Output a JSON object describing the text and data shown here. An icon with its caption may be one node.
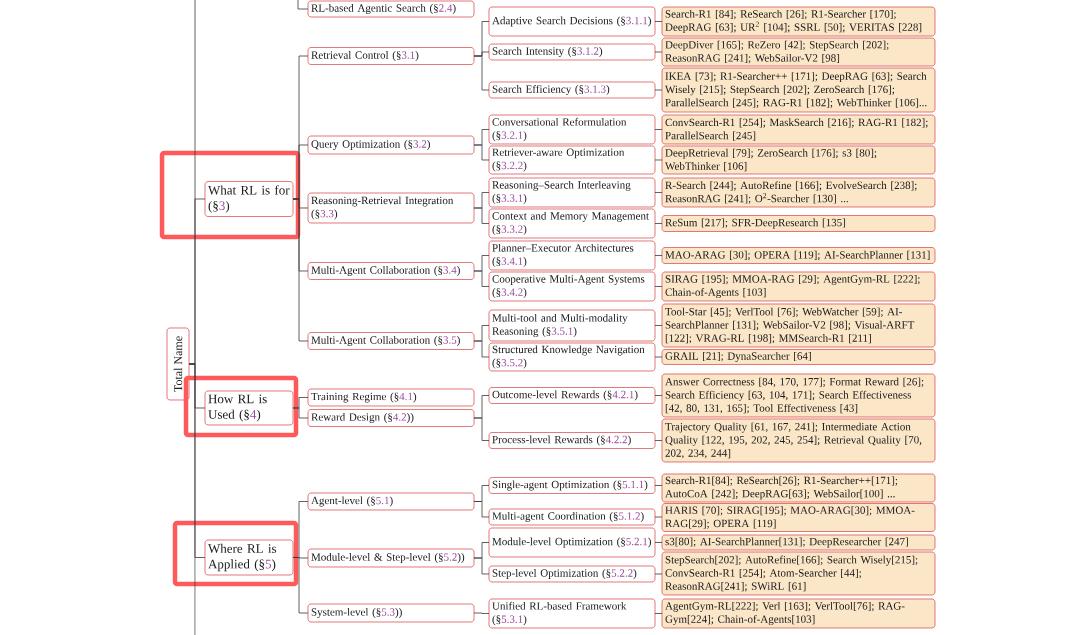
{
  "diagram": {
    "nodes": [
      {
        "text": [
          "Total Name"
        ]
      },
      {
        "text": [
          "RL-based Agentic Search (§2.4)"
        ]
      },
      {
        "text": [],
        "shape": "box"
      },
      {
        "text": [
          "What RL is for (§3)"
        ],
        "in": 2
      },
      {
        "text": [
          "Retrieval Control (§3.1)"
        ]
      },
      {
        "text": [
          "Adaptive Search Decisions (§3.1.1)"
        ]
      },
      {
        "text": [
          "Search-R1 [84]; ReSearch [26]; R1-Searcher [170]; DeepRAG [63]; UR$^{2}$ [104]; SSRL [50]; VERITAS [228]"
        ]
      },
      {
        "text": [
          "Search Intensity (§3.1.2)"
        ]
      },
      {
        "text": [
          "DeepDiver [165]; ReZero [42]; StepSearch [202]; ReasonRAG [241]; WebSailor-V2 [98]"
        ]
      },
      {
        "text": [
          "Search Efficiency (§3.1.3)"
        ]
      },
      {
        "text": [
          "IKEA [73]; R1-Searcher++ [171]; DeepRAG [63]; Search Wisely [215]; StepSearch [202]; ZeroSearch [176]; ParallelSearch [245]; RAG-R1 [182]; WebThinker [106]..."
        ]
      },
      {
        "text": [
          "Query Optimization (§3.2)"
        ]
      },
      {
        "text": [
          "Conversational Reformulation (§3.2.1)"
        ]
      },
      {
        "text": [
          "ConvSearch-R1 [254]; MaskSearch [216]; RAG-R1 [182]; ParallelSearch [245]"
        ]
      },
      {
        "text": [
          "Retriever-aware Optimization (§3.2.2)"
        ]
      },
      {
        "text": [
          "DeepRetrieval [79]; ZeroSearch [176]; s3 [80]; WebThinker [106]"
        ]
      },
      {
        "text": [
          "Reasoning-Retrieval Integration (§3.3)"
        ]
      },
      {
        "text": [
          "Reasoning–Search Interleaving (§3.3.1)"
        ]
      },
      {
        "text": [
          "R-Search [244]; AutoRefine [166]; EvolveSearch [238]; ReasonRAG [241]; O$^{2}$-Searcher [130] ..."
        ]
      },
      {
        "text": [
          "Context and Memory Management (§3.3.2)"
        ]
      },
      {
        "text": [
          "ReSum [217]; SFR-DeepResearch [135]"
        ]
      },
      {
        "text": [
          "Multi-Agent Collaboration (§3.4)"
        ]
      },
      {
        "text": [
          "Planner–Executor Architectures (§3.4.1)"
        ]
      },
      {
        "text": [
          "MAO-ARAG [30]; OPERA [119]; AI-SearchPlanner [131]"
        ]
      },
      {
        "text": [
          "Cooperative Multi-Agent Systems (§3.4.2)"
        ]
      },
      {
        "text": [
          "SIRAG [195]; MMOA-RAG [29]; AgentGym-RL [222]; Chain-of-Agents [103]"
        ]
      },
      {
        "text": [
          "Multi-Agent Collaboration (§3.5)"
        ]
      },
      {
        "text": [
          "Multi-tool and Multi-modality Reasoning (§3.5.1)"
        ]
      },
      {
        "text": [
          "Tool-Star [45]; VerlTool [76]; WebWatcher [59]; AI-SearchPlanner [131]; WebSailor-V2 [98]; Visual-ARFT [122]; VRAG-RL [198]; MMSearch-R1 [211]"
        ]
      },
      {
        "text": [
          "Structured Knowledge Navigation (§3.5.2)"
        ]
      },
      {
        "text": [
          "GRAIL [21]; DynaSearcher [64]"
        ]
      },
      {
        "text": [],
        "shape": "box"
      },
      {
        "text": [
          "How RL is Used (§4)"
        ],
        "in": 31
      },
      {
        "text": [
          "Training Regime (§4.1)"
        ]
      },
      {
        "text": [
          "Reward Design (§4.2))"
        ]
      },
      {
        "text": [
          "Outcome-level Rewards (§4.2.1)"
        ]
      },
      {
        "text": [
          "Answer Correctness [84, 170, 177]; Format Reward [26]; Search Efficiency [63, 104, 171]; Search Effectiveness [42, 80, 131, 165]; Tool Effectiveness [43]"
        ]
      },
      {
        "text": [
          "Process-level Rewards (§4.2.2)"
        ]
      },
      {
        "text": [
          "Trajectory Quality [61, 167, 241]; Intermediate Action Quality [122, 195, 202, 245, 254]; Retrieval Quality [70, 202, 234, 244]"
        ]
      },
      {
        "text": [],
        "shape": "box"
      },
      {
        "text": [
          "Where RL is Applied (§5)"
        ],
        "in": 39
      },
      {
        "text": [
          "Agent-level (§5.1)"
        ]
      },
      {
        "text": [
          "Single-agent Optimization (§5.1.1)"
        ]
      },
      {
        "text": [
          "Search-R1[84]; ReSearch[26]; R1-Searcher++[171]; AutoCoA [242]; DeepRAG[63]; WebSailor[100] ..."
        ]
      },
      {
        "text": [
          "Multi-agent Coordination (§5.1.2)"
        ]
      },
      {
        "text": [
          "HARIS [70]; SIRAG[195]; MAO-ARAG[30]; MMOA-RAG[29]; OPERA [119]"
        ]
      },
      {
        "text": [
          "Module-level & Step-level (§5.2))"
        ]
      },
      {
        "text": [
          "Module-level Optimization (§5.2.1)"
        ]
      },
      {
        "text": [
          "s3[80]; AI-SearchPlanner[131]; DeepResearcher [247]"
        ]
      },
      {
        "text": [
          "Step-level Optimization (§5.2.2)"
        ]
      },
      {
        "text": [
          "StepSearch[202]; AutoRefine[166]; Search Wisely[215]; ConvSearch-R1 [254]; Atom-Searcher [44]; ReasonRAG[241]; SWiRL [61]"
        ]
      },
      {
        "text": [
          "System-level (§5.3))"
        ]
      },
      {
        "text": [
          "Unified RL-based Framework (§5.3.1)"
        ]
      },
      {
        "text": [
          "AgentGym-RL[222]; Verl [163]; VerlTool[76]; RAG-Gym[224]; Chain-of-Agents[103]"
        ]
      }
    ],
    "edges": [
      {
        "from": 0,
        "to": null,
        "arrow": "none"
      },
      {
        "from": null,
        "to": 1,
        "arrow": "none"
      },
      {
        "from": 0,
        "to": 3,
        "arrow": "none"
      },
      {
        "from": 3,
        "to": 4,
        "arrow": "none"
      },
      {
        "from": 4,
        "to": 5,
        "arrow": "none"
      },
      {
        "from": 5,
        "to": 6,
        "arrow": "none"
      },
      {
        "from": 4,
        "to": 7,
        "arrow": "none"
      },
      {
        "from": 7,
        "to": 8,
        "arrow": "none"
      },
      {
        "from": 4,
        "to": 9,
        "arrow": "none"
      },
      {
        "from": 9,
        "to": 10,
        "arrow": "none"
      },
      {
        "from": 3,
        "to": 11,
        "arrow": "none"
      },
      {
        "from": 11,
        "to": 12,
        "arrow": "none"
      },
      {
        "from": 12,
        "to": 13,
        "arrow": "none"
      },
      {
        "from": 11,
        "to": 14,
        "arrow": "none"
      },
      {
        "from": 14,
        "to": 15,
        "arrow": "none"
      },
      {
        "from": 3,
        "to": 16,
        "arrow": "none"
      },
      {
        "from": 16,
        "to": 17,
        "arrow": "none"
      },
      {
        "from": 17,
        "to": 18,
        "arrow": "none"
      },
      {
        "from": 16,
        "to": 19,
        "arrow": "none"
      },
      {
        "from": 19,
        "to": 20,
        "arrow": "none"
      },
      {
        "from": 3,
        "to": 21,
        "arrow": "none"
      },
      {
        "from": 21,
        "to": 22,
        "arrow": "none"
      },
      {
        "from": 22,
        "to": 23,
        "arrow": "none"
      },
      {
        "from": 21,
        "to": 24,
        "arrow": "none"
      },
      {
        "from": 24,
        "to": 25,
        "arrow": "none"
      },
      {
        "from": 3,
        "to": 26,
        "arrow": "none"
      },
      {
        "from": 26,
        "to": 27,
        "arrow": "none"
      },
      {
        "from": 27,
        "to": 28,
        "arrow": "none"
      },
      {
        "from": 26,
        "to": 29,
        "arrow": "none"
      },
      {
        "from": 29,
        "to": 30,
        "arrow": "none"
      },
      {
        "from": 0,
        "to": 32,
        "arrow": "none"
      },
      {
        "from": 32,
        "to": 33,
        "arrow": "none"
      },
      {
        "from": 32,
        "to": 34,
        "arrow": "none"
      },
      {
        "from": 34,
        "to": 35,
        "arrow": "none"
      },
      {
        "from": 35,
        "to": 36,
        "arrow": "none"
      },
      {
        "from": 34,
        "to": 37,
        "arrow": "none"
      },
      {
        "from": 37,
        "to": 38,
        "arrow": "none"
      },
      {
        "from": 0,
        "to": 40,
        "arrow": "none"
      },
      {
        "from": 40,
        "to": 41,
        "arrow": "none"
      },
      {
        "from": 41,
        "to": 42,
        "arrow": "none"
      },
      {
        "from": 42,
        "to": 43,
        "arrow": "none"
      },
      {
        "from": 41,
        "to": 44,
        "arrow": "none"
      },
      {
        "from": 44,
        "to": 45,
        "arrow": "none"
      },
      {
        "from": 40,
        "to": 46,
        "arrow": "none"
      },
      {
        "from": 46,
        "to": 47,
        "arrow": "none"
      },
      {
        "from": 47,
        "to": 48,
        "arrow": "none"
      },
      {
        "from": 46,
        "to": 49,
        "arrow": "none"
      },
      {
        "from": 49,
        "to": 50,
        "arrow": "none"
      },
      {
        "from": 40,
        "to": 51,
        "arrow": "none"
      },
      {
        "from": 51,
        "to": 52,
        "arrow": "none"
      },
      {
        "from": 52,
        "to": 53,
        "arrow": "none"
      },
      {
        "from": 0,
        "to": null,
        "arrow": "none"
      }
    ]
  }
}
